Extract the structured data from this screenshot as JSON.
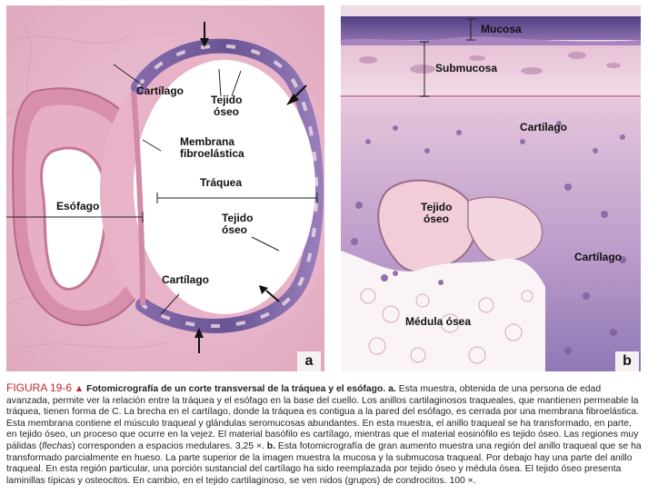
{
  "panel_a": {
    "letter": "a",
    "labels": {
      "cartilago_top": "Cartílago",
      "tejido_oseo_top_1": "Tejido",
      "tejido_oseo_top_2": "óseo",
      "membrana_1": "Membrana",
      "membrana_2": "fibroelástica",
      "traquea": "Tráquea",
      "esofago": "Esófago",
      "tejido_oseo_right_1": "Tejido",
      "tejido_oseo_right_2": "óseo",
      "cartilago_bottom": "Cartílago"
    }
  },
  "panel_b": {
    "letter": "b",
    "labels": {
      "mucosa": "Mucosa",
      "submucosa": "Submucosa",
      "cartilago_top": "Cartílago",
      "tejido_oseo_1": "Tejido",
      "tejido_oseo_2": "óseo",
      "cartilago_right": "Cartílago",
      "medula_osea": "Médula ósea"
    }
  },
  "caption": {
    "fig_label": "FIGURA 19-6",
    "triangle": "▲",
    "title": "Fotomicrografía de un corte transversal de la tráquea y el esófago. a.",
    "line1_rest": " Esta muestra, obtenida de una persona de edad",
    "line2": "avanzada, permite ver la relación entre la tráquea y el esófago en la base del cuello. Los anillos cartilaginosos traqueales, que mantienen permeable la",
    "line3": "tráquea, tienen forma de C. La brecha en el cartílago, donde la tráquea es contigua a la pared del esófago, es cerrada por una membrana fibroelástica.",
    "line4": "Esta membrana contiene el músculo traqueal y glándulas seromucosas abundantes. En esta muestra, el anillo traqueal se ha transformado, en parte,",
    "line5": "en tejido óseo, un proceso que ocurre en la vejez. El material basófilo es cartílago, mientras que el material eosinófilo es tejido óseo. Las regiones muy",
    "line6_a": "pálidas (",
    "line6_em": "flechas",
    "line6_b": ") corresponden a espacios medulares. 3,25 ×. ",
    "line6_bold": "b.",
    "line6_c": " Esta fotomicrografía de gran aumento muestra una región del anillo traqueal que se ha",
    "line7": "transformado parcialmente en hueso. La parte superior de la imagen muestra la mucosa y la submucosa traqueal. Por debajo hay una parte del anillo",
    "line8": "traqueal. En esta región particular, una porción sustancial del cartílago ha sido reemplazada por tejido óseo y médula ósea. El tejido óseo presenta",
    "line9": "laminillas típicas y osteocitos. En cambio, en el tejido cartilaginoso, se ven nidos (grupos) de condrocitos. 100 ×."
  }
}
